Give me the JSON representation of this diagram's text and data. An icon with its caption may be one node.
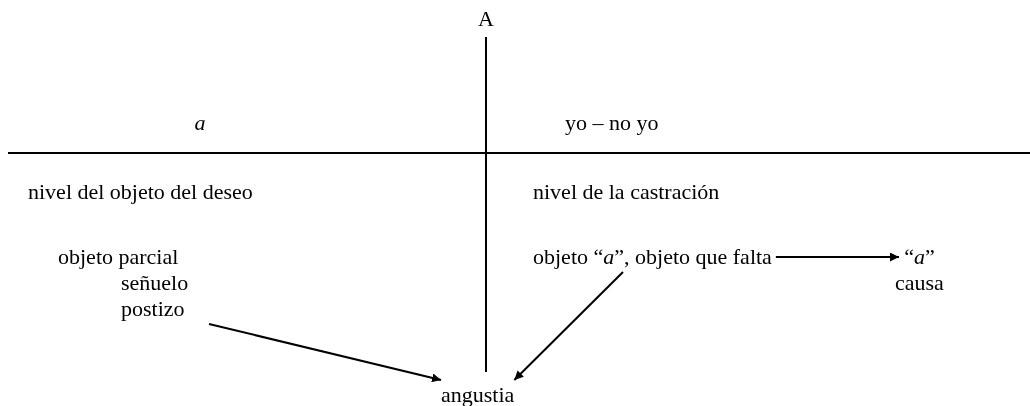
{
  "diagram": {
    "nodes": [
      {
        "text": [
          "objeto parcial señuelo postizo"
        ]
      },
      {
        "text": [
          "objeto “*a*”, objeto que falta"
        ]
      },
      {
        "text": [
          "“*a*”",
          "causa"
        ]
      },
      {
        "text": [
          "angustia"
        ]
      }
    ],
    "edges": [
      {
        "from": 0,
        "to": 3,
        "arrow": "to"
      },
      {
        "from": 1,
        "to": 3,
        "arrow": "to"
      },
      {
        "from": 1,
        "to": 2,
        "arrow": "to"
      }
    ],
    "labels": [
      "A",
      "a",
      "yo – no yo",
      "nivel del objeto del deseo",
      "nivel de la castración"
    ]
  }
}
